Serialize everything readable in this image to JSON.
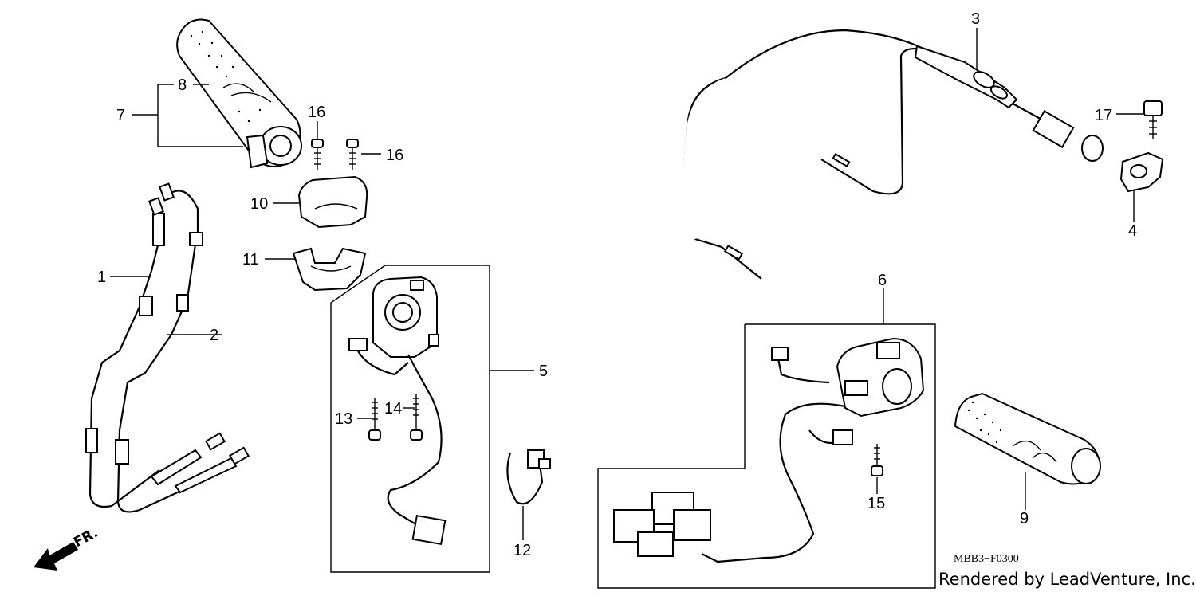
{
  "diagram": {
    "callouts": [
      {
        "id": "c1",
        "label": "1"
      },
      {
        "id": "c2",
        "label": "2"
      },
      {
        "id": "c3",
        "label": "3"
      },
      {
        "id": "c4",
        "label": "4"
      },
      {
        "id": "c5",
        "label": "5"
      },
      {
        "id": "c6",
        "label": "6"
      },
      {
        "id": "c7",
        "label": "7"
      },
      {
        "id": "c8",
        "label": "8"
      },
      {
        "id": "c9",
        "label": "9"
      },
      {
        "id": "c10",
        "label": "10"
      },
      {
        "id": "c11",
        "label": "11"
      },
      {
        "id": "c12",
        "label": "12"
      },
      {
        "id": "c13",
        "label": "13"
      },
      {
        "id": "c14",
        "label": "14"
      },
      {
        "id": "c15",
        "label": "15"
      },
      {
        "id": "c16a",
        "label": "16"
      },
      {
        "id": "c16b",
        "label": "16"
      },
      {
        "id": "c17",
        "label": "17"
      }
    ],
    "front_label": "FR.",
    "drawing_code": "MBB3−F0300",
    "credit": "Rendered by LeadVenture, Inc."
  }
}
